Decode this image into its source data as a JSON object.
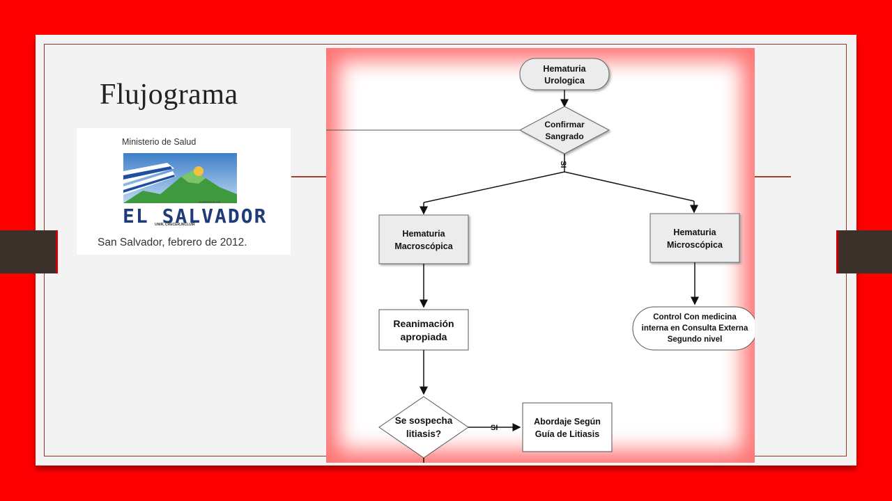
{
  "slide": {
    "title": "Flujograma"
  },
  "logo": {
    "ministry": "Ministerio de Salud",
    "gobierno": "GOBIERNO DE",
    "brand": "EL SALVADOR",
    "motto": "UNIR, CRECER,INCLUIR",
    "city_date": "San Salvador, febrero de 2012."
  },
  "flowchart": {
    "start": [
      "Hematuria",
      "Urologica"
    ],
    "decision_bleeding": [
      "Confirmar",
      "Sangrado"
    ],
    "edge_yes_1": "SI",
    "macro": [
      "Hematuria",
      "Macroscópica"
    ],
    "micro": [
      "Hematuria",
      "Microscópica"
    ],
    "resuscitation": [
      "Reanimación",
      "apropiada"
    ],
    "control": [
      "Control Con medicina",
      "interna en Consulta Externa",
      "Segundo nivel"
    ],
    "decision_lithiasis": [
      "Se sospecha",
      "litiasis?"
    ],
    "edge_yes_2": "SI",
    "lithiasis_approach": [
      "Abordaje Según",
      "Guía de Litiasis"
    ]
  },
  "colors": {
    "background": "#ff0000",
    "slide": "#f3f3f3",
    "accent_rule": "#a0422e",
    "tab": "#3b302a",
    "node_fill": "#ededed"
  }
}
